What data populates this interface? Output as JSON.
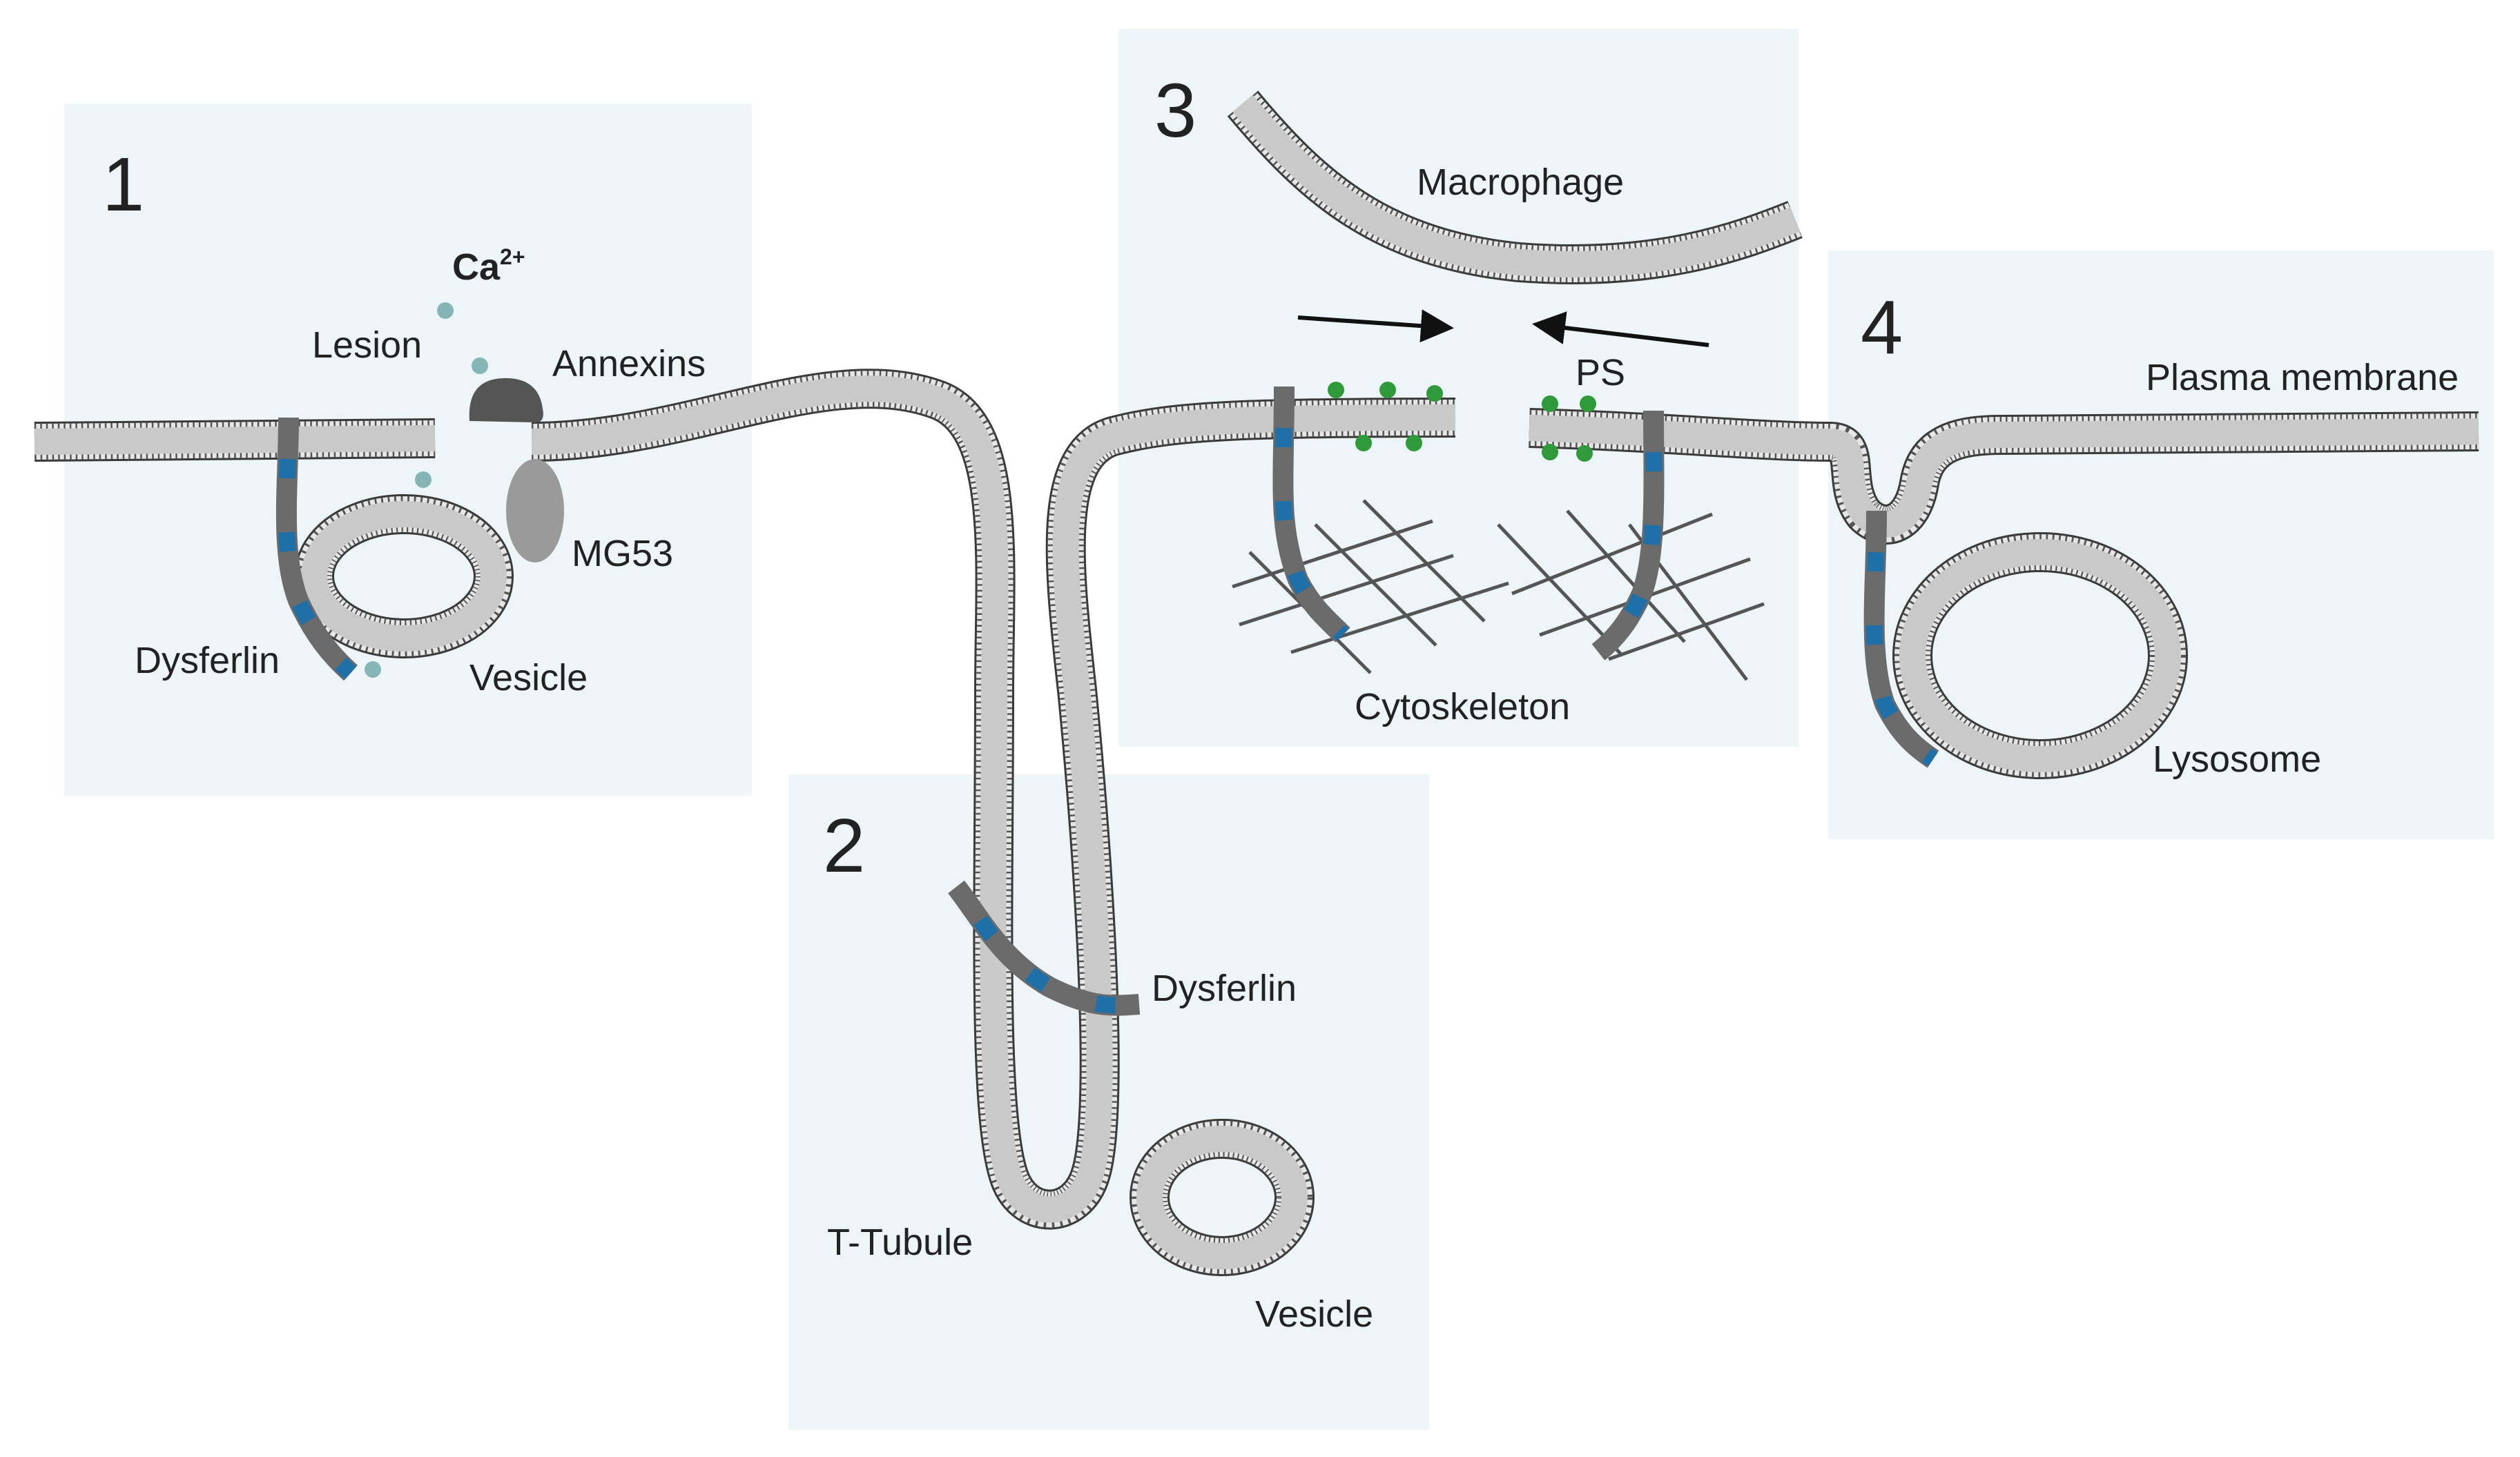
{
  "colors": {
    "panel": "#eef5f8",
    "membrane_fill": "#c9c9c9",
    "membrane_edge": "#3a3a3a",
    "dysferlin_gray": "#6b6b6b",
    "dysferlin_blue": "#1f6fa8",
    "calcium": "#86b5b7",
    "annexin": "#555555",
    "mg53": "#9a9a9a",
    "ps": "#2e9a3a",
    "cytoskeleton": "#555555"
  },
  "panels": [
    {
      "number": "1",
      "labels": {
        "ca": "Ca",
        "ca_charge": "2+",
        "lesion": "Lesion",
        "annexins": "Annexins",
        "mg53": "MG53",
        "dysferlin": "Dysferlin",
        "vesicle": "Vesicle"
      }
    },
    {
      "number": "2",
      "labels": {
        "dysferlin": "Dysferlin",
        "t_tubule": "T-Tubule",
        "vesicle": "Vesicle"
      }
    },
    {
      "number": "3",
      "labels": {
        "macrophage": "Macrophage",
        "ps": "PS",
        "cytoskeleton": "Cytoskeleton"
      }
    },
    {
      "number": "4",
      "labels": {
        "plasma_membrane": "Plasma membrane",
        "lysosome": "Lysosome"
      }
    }
  ]
}
